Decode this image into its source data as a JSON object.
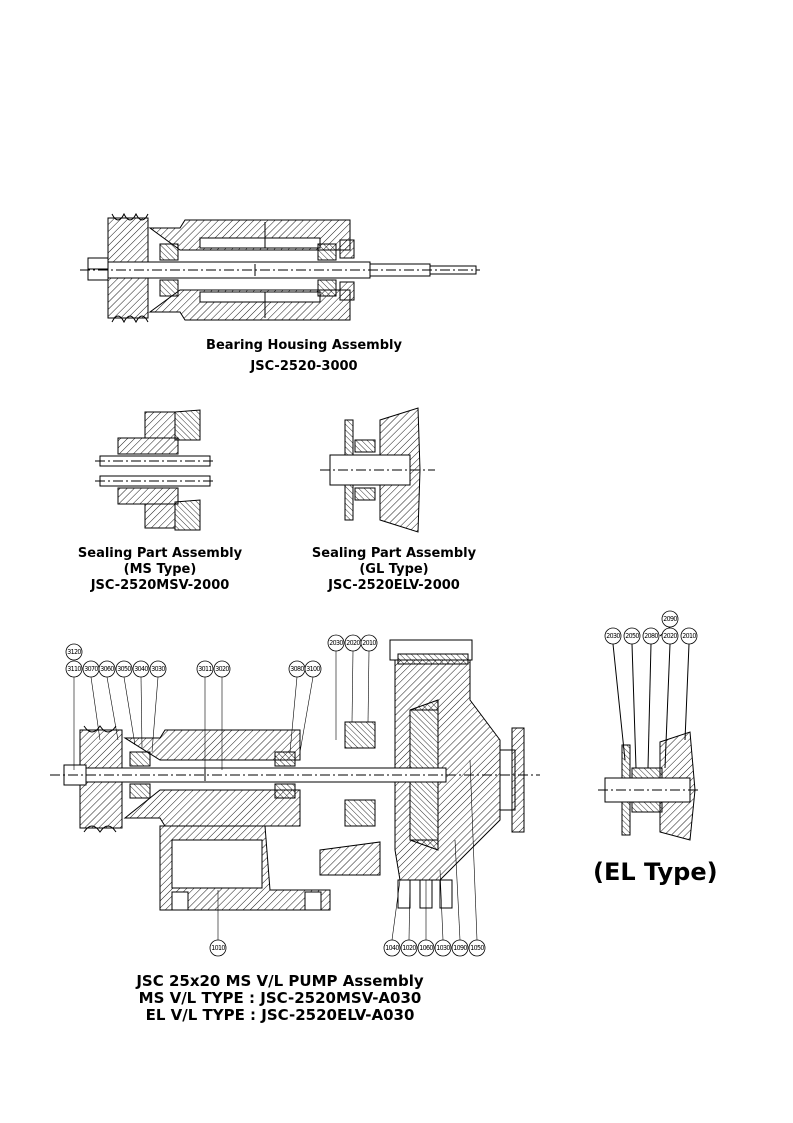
{
  "bearing": {
    "title": "Bearing Housing Assembly",
    "code": "JSC-2520-3000"
  },
  "seal_ms": {
    "title": "Sealing Part Assembly",
    "type": "(MS Type)",
    "code": "JSC-2520MSV-2000"
  },
  "seal_gl": {
    "title": "Sealing Part Assembly",
    "type": "(GL Type)",
    "code": "JSC-2520ELV-2000"
  },
  "el_type": {
    "label": "(EL Type)",
    "callouts": [
      "2030",
      "2050",
      "2080",
      "2020",
      "2010",
      "2090"
    ]
  },
  "main": {
    "line1": "JSC 25x20 MS V/L PUMP Assembly",
    "line2": "MS V/L TYPE : JSC-2520MSV-A030",
    "line3": "EL V/L TYPE : JSC-2520ELV-A030",
    "callouts_top": [
      "3120",
      "3110",
      "3070",
      "3060",
      "3050",
      "3040",
      "3030",
      "3011",
      "3020",
      "3080",
      "3100",
      "2030",
      "2020",
      "2010"
    ],
    "callouts_bottom": [
      "1010",
      "1040",
      "1020",
      "1060",
      "1030",
      "1090",
      "1050"
    ]
  }
}
